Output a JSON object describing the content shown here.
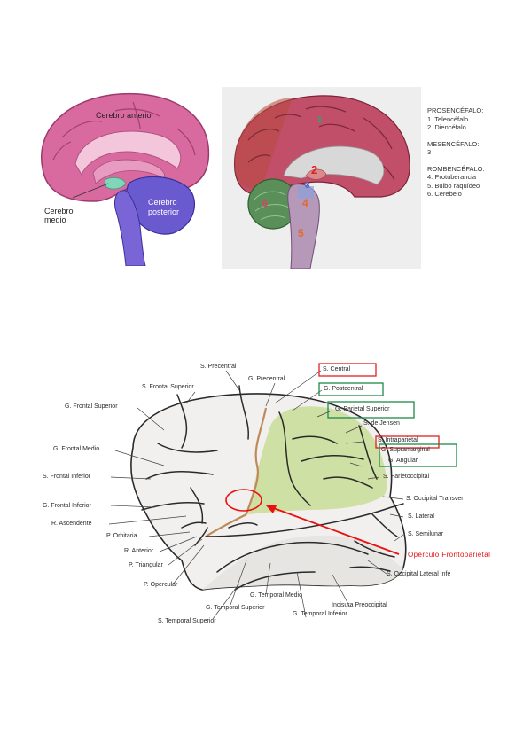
{
  "top_left": {
    "labels": {
      "cerebro_anterior": "Cerebro anterior",
      "cerebro_medio_1": "Cerebro",
      "cerebro_medio_2": "medio",
      "cerebro_posterior_1": "Cerebro",
      "cerebro_posterior_2": "posterior"
    }
  },
  "top_right": {
    "numbers": [
      "1",
      "2",
      "3",
      "4",
      "5",
      "6"
    ],
    "legend": {
      "prosencefalo": "PROSENCÉFALO:",
      "item1": "1. Telencéfalo",
      "item2": "2. Diencéfalo",
      "mesencefalo": "MESENCÉFALO:",
      "item3": "3",
      "rombencefalo": "ROMBENCÉFALO:",
      "item4": "4. Protuberancia",
      "item5": "5. Bulbo raquídeo",
      "item6": "6. Cerebelo"
    }
  },
  "lateral": {
    "labels": {
      "s_precentral": "S. Precentral",
      "g_precentral": "G. Precentral",
      "s_frontal_superior": "S. Frontal Superior",
      "g_frontal_superior": "G. Frontal Superior",
      "g_frontal_medio": "G. Frontal Medio",
      "s_frontal_inferior": "S. Frontal Inferior",
      "g_frontal_inferior": "G. Frontal Inferior",
      "r_ascendente": "R. Ascendente",
      "p_orbitaria": "P. Orbitaria",
      "r_anterior": "R. Anterior",
      "p_triangular": "P. Triangular",
      "p_opercular": "P. Opercular",
      "s_temporal_superior": "S. Temporal Superior",
      "g_temporal_superior": "G. Temporal Superior",
      "g_temporal_medio": "G. Temporal Medio",
      "g_temporal_inferior": "G. Temporal Inferior",
      "incisura_preoccipital": "Incisura Preoccipital",
      "s_occipital_lateral": "S. Occipital Lateral Infe",
      "s_semilunar": "S. Semilunar",
      "s_lateral": "S. Lateral",
      "s_occipital_transver": "S. Occipital Transver",
      "s_parietoccipital": "S. Parietoccipital",
      "g_angular": "G. Angular",
      "g_supramarginal": "G. Supramarginal",
      "s_intraparietal": "S. Intraparietal",
      "s_de_jensen": "S. de Jensen",
      "g_parietal_superior": "G. Parietal Superior",
      "g_postcentral": "G. Postcentral",
      "s_central": "S. Central",
      "operculo": "Opérculo Frontoparietal"
    },
    "colors": {
      "red_box": "#e02020",
      "green_box": "#1e8a4a",
      "parietal_fill": "#cfe0a4",
      "annotation_red": "#e81010"
    }
  }
}
